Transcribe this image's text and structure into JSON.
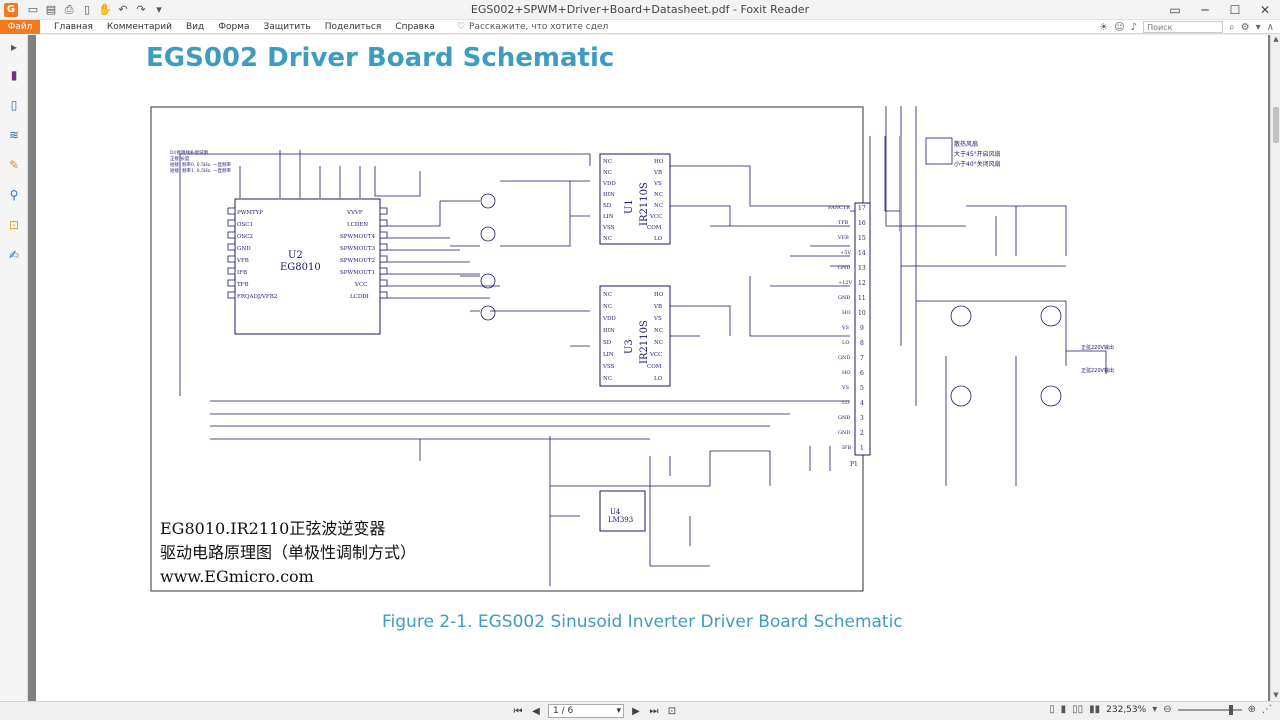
{
  "window": {
    "title": "EGS002+SPWM+Driver+Board+Datasheet.pdf - Foxit Reader"
  },
  "quick_access": {
    "icons": [
      "open-icon",
      "save-icon",
      "print-icon",
      "page-icon",
      "hand-icon",
      "undo-icon",
      "redo-icon",
      "arrow-icon"
    ]
  },
  "ribbon": {
    "file_tab": "Файл",
    "tabs": [
      "Главная",
      "Комментарий",
      "Вид",
      "Форма",
      "Защитить",
      "Поделиться",
      "Справка"
    ],
    "tell_me": "Расскажите, что хотите сдел",
    "search_placeholder": "Поиск"
  },
  "document": {
    "heading": "EGS002 Driver Board Schematic",
    "caption": "Figure 2-1. EGS002 Sinusoid Inverter Driver Board Schematic",
    "schematic": {
      "title_line1": "EG8010.IR2110正弦波逆变器",
      "title_line2": "驱动电路原理图（单极性调制方式）",
      "website": "www.EGmicro.com",
      "u2_ref": "U2",
      "u2_part": "EG8010",
      "u1_ref": "U1",
      "u1_part": "IR2110S",
      "u3_ref": "U3",
      "u3_part": "IR2110S",
      "u4_ref": "U4",
      "u4_part": "LM393",
      "fan_label_1": "散热风扇",
      "fan_label_2": "大于45°开启风扇",
      "fan_label_3": "小于40°关闭风扇",
      "p1_ref": "P1",
      "p1_labels": [
        "FANCTR",
        "TFB",
        "VFB",
        "+5V",
        "GND",
        "+12V",
        "GND",
        "HO",
        "VS",
        "LO",
        "GND",
        "HO",
        "VS",
        "LO",
        "GND",
        "GND",
        "IFB"
      ],
      "p1_pins": [
        "17",
        "16",
        "15",
        "14",
        "13",
        "12",
        "11",
        "10",
        "9",
        "8",
        "7",
        "6",
        "5",
        "4",
        "3",
        "2",
        "1"
      ],
      "u2_left_pins": [
        "PWMTYP",
        "OSC1",
        "OSC2",
        "GND",
        "VFB",
        "IFB",
        "TFB",
        "FRQADJ/VFB2"
      ],
      "u2_right_pins": [
        "VVVF",
        "LCDEN",
        "SPWMOUT4",
        "SPWMOUT3",
        "SPWMOUT2",
        "SPWMOUT1",
        "VCC",
        "LCDDI"
      ],
      "ir_left_pins": [
        "NC",
        "NC",
        "VDD",
        "HIN",
        "SD",
        "LIN",
        "VSS",
        "NC"
      ],
      "ir_right_pins": [
        "HO",
        "VB",
        "VS",
        "NC",
        "NC",
        "VCC",
        "COM",
        "LO"
      ],
      "output_label_l": "正弦220V输出",
      "output_label_n": "正弦220V输出"
    }
  },
  "statusbar": {
    "page": "1 / 6",
    "zoom": "232,53%",
    "zoom_fraction": 0.85
  }
}
